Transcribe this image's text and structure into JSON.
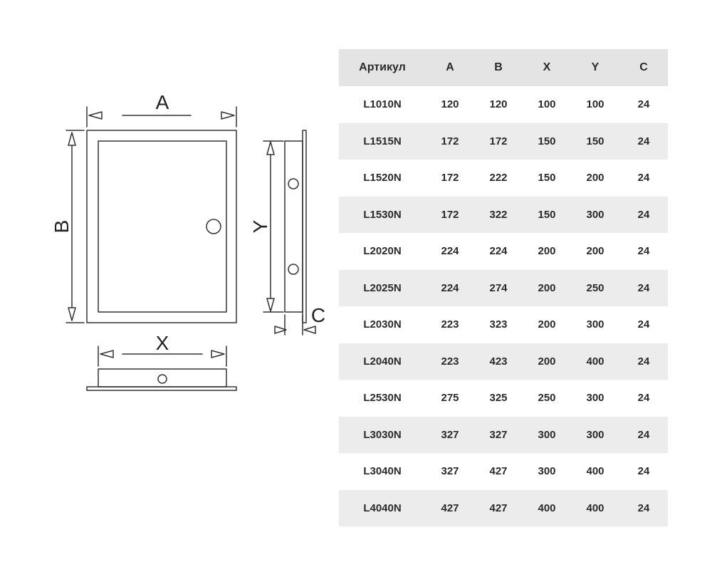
{
  "diagram": {
    "labels": {
      "a": "A",
      "b": "B",
      "x": "X",
      "y": "Y",
      "c": "C"
    }
  },
  "table": {
    "headers": [
      "Артикул",
      "A",
      "B",
      "X",
      "Y",
      "C"
    ],
    "rows": [
      [
        "L1010N",
        "120",
        "120",
        "100",
        "100",
        "24"
      ],
      [
        "L1515N",
        "172",
        "172",
        "150",
        "150",
        "24"
      ],
      [
        "L1520N",
        "172",
        "222",
        "150",
        "200",
        "24"
      ],
      [
        "L1530N",
        "172",
        "322",
        "150",
        "300",
        "24"
      ],
      [
        "L2020N",
        "224",
        "224",
        "200",
        "200",
        "24"
      ],
      [
        "L2025N",
        "224",
        "274",
        "200",
        "250",
        "24"
      ],
      [
        "L2030N",
        "223",
        "323",
        "200",
        "300",
        "24"
      ],
      [
        "L2040N",
        "223",
        "423",
        "200",
        "400",
        "24"
      ],
      [
        "L2530N",
        "275",
        "325",
        "250",
        "300",
        "24"
      ],
      [
        "L3030N",
        "327",
        "327",
        "300",
        "300",
        "24"
      ],
      [
        "L3040N",
        "327",
        "427",
        "300",
        "400",
        "24"
      ],
      [
        "L4040N",
        "427",
        "427",
        "400",
        "400",
        "24"
      ]
    ]
  },
  "colors": {
    "line": "#333333",
    "row_alt": "#ececec",
    "header_bg": "#e4e4e4"
  }
}
